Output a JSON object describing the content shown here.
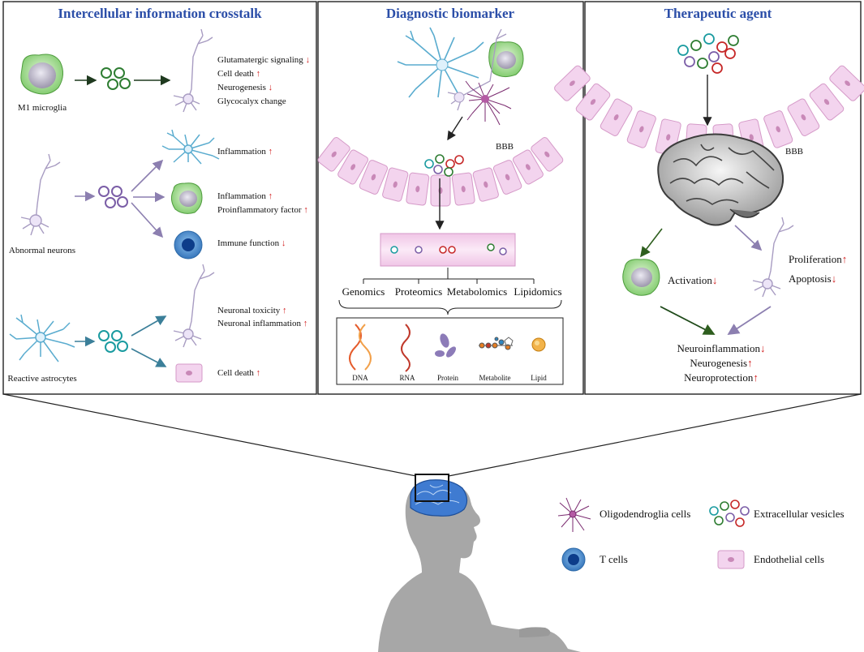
{
  "panels": {
    "crosstalk": {
      "title": "Intercellular information crosstalk",
      "m1_label": "M1 microglia",
      "m1_effects": [
        {
          "text": "Glutamatergic signaling",
          "dir": "↓"
        },
        {
          "text": "Cell death",
          "dir": "↑"
        },
        {
          "text": "Neurogenesis",
          "dir": "↓"
        },
        {
          "text": "Glycocalyx change",
          "dir": ""
        }
      ],
      "neuron_label": "Abnormal neurons",
      "neuron_effects": [
        {
          "text": "Inflammation",
          "dir": "↑"
        },
        {
          "text": "Inflammation",
          "dir": "↑"
        },
        {
          "text": "Proinflammatory factor",
          "dir": "↑"
        },
        {
          "text": "Immune function",
          "dir": "↓"
        }
      ],
      "astro_label": "Reactive astrocytes",
      "astro_effects": [
        {
          "text": "Neuronal toxicity",
          "dir": "↑"
        },
        {
          "text": "Neuronal inflammation",
          "dir": "↑"
        },
        {
          "text": "Cell death",
          "dir": "↑"
        }
      ]
    },
    "biomarker": {
      "title": "Diagnostic biomarker",
      "bbb": "BBB",
      "omics": [
        "Genomics",
        "Proteomics",
        "Metabolomics",
        "Lipidomics"
      ],
      "molecules": [
        "DNA",
        "RNA",
        "Protein",
        "Metabolite",
        "Lipid"
      ]
    },
    "therapeutic": {
      "title": "Therapeutic agent",
      "bbb": "BBB",
      "activation": {
        "text": "Activation",
        "dir": "↓"
      },
      "proliferation": {
        "text": "Proliferation",
        "dir": "↑"
      },
      "apoptosis": {
        "text": "Apoptosis",
        "dir": "↓"
      },
      "outcomes": [
        {
          "text": "Neuroinflammation",
          "dir": "↓"
        },
        {
          "text": "Neurogenesis",
          "dir": "↑"
        },
        {
          "text": "Neuroprotection",
          "dir": "↑"
        }
      ]
    }
  },
  "legend": {
    "oligodendroglia": "Oligodendroglia cells",
    "vesicles": "Extracellular vesicles",
    "tcells": "T cells",
    "endothelial": "Endothelial cells"
  },
  "colors": {
    "title_blue": "#2b4ea8",
    "arrow_red": "#d21f1f",
    "microglia_green": "#8fd37a",
    "neuron_purple": "#b9a6cf",
    "astro_blue": "#5aaccf",
    "endo_pink": "#f3d4ee",
    "brain_blue": "#3f7bd1",
    "silhouette_gray": "#a7a7a7"
  }
}
